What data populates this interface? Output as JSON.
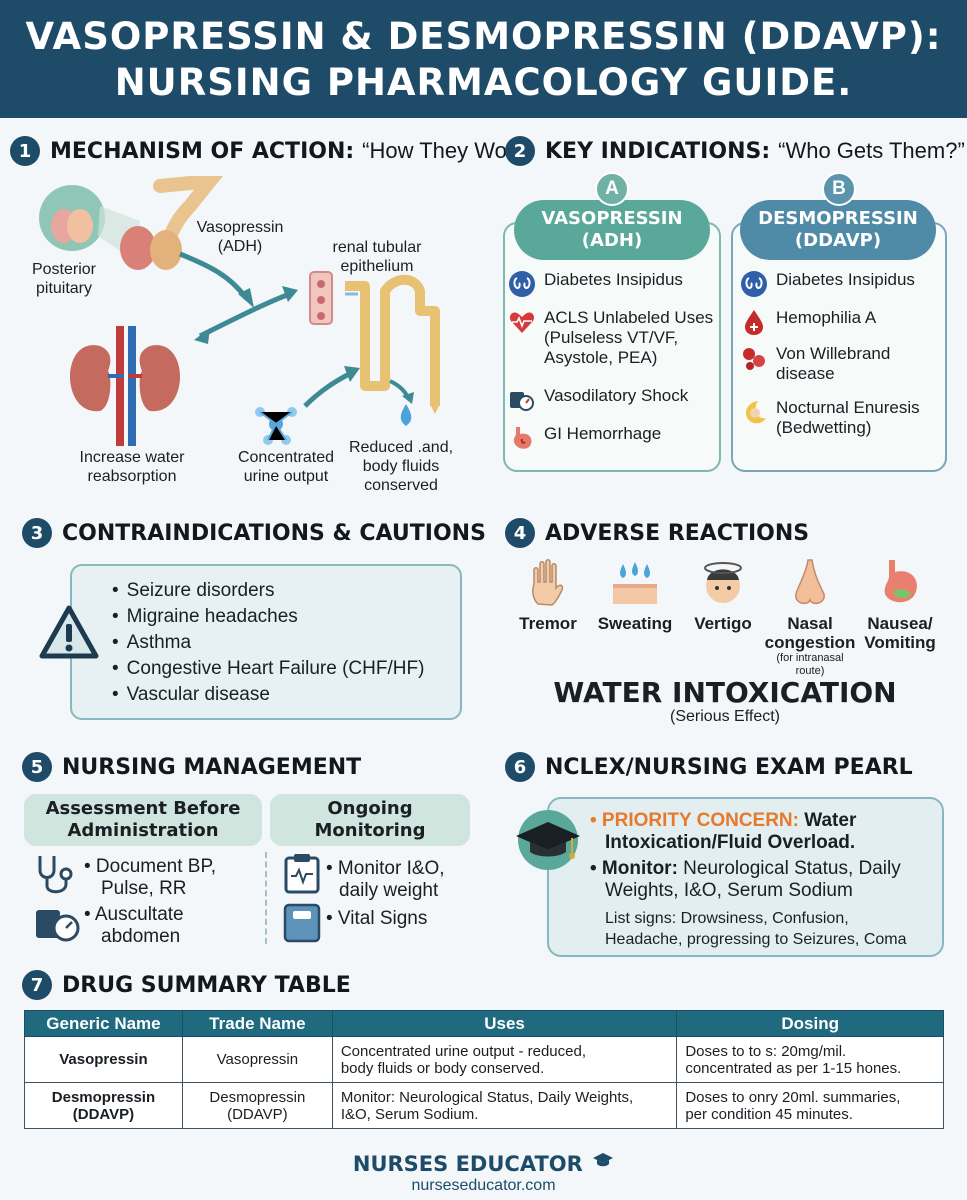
{
  "header": {
    "line1": "VASOPRESSIN & DESMOPRESSIN (DDAVP):",
    "line2": "NURSING PHARMACOLOGY GUIDE."
  },
  "sections": {
    "s1": {
      "num": "1",
      "title": "MECHANISM OF ACTION:",
      "subtitle": "“How They Work”"
    },
    "s2": {
      "num": "2",
      "title": "KEY INDICATIONS:",
      "subtitle": "“Who Gets Them?”"
    },
    "s3": {
      "num": "3",
      "title": "CONTRAINDICATIONS & CAUTIONS"
    },
    "s4": {
      "num": "4",
      "title": "ADVERSE REACTIONS"
    },
    "s5": {
      "num": "5",
      "title": "NURSING MANAGEMENT"
    },
    "s6": {
      "num": "6",
      "title": "NCLEX/NURSING EXAM PEARL"
    },
    "s7": {
      "num": "7",
      "title": "DRUG SUMMARY TABLE"
    }
  },
  "mechanism": {
    "posterior_pituitary": [
      "Posterior",
      "pituitary"
    ],
    "vasopressin": [
      "Vasopressin",
      "(ADH)"
    ],
    "renal": [
      "renal tubular",
      "epithelium"
    ],
    "increase": [
      "Increase water",
      "reabsorption"
    ],
    "concentrated": [
      "Concentrated",
      "urine output"
    ],
    "reduced": [
      "Reduced .and,",
      "body fluids",
      "conserved"
    ]
  },
  "indications": {
    "a": {
      "letter": "A",
      "name": [
        "VASOPRESSIN",
        "(ADH)"
      ],
      "items": [
        [
          "Diabetes Insipidus"
        ],
        [
          "ACLS Unlabeled Uses",
          "(Pulseless VT/VF,",
          "Asystole, PEA)"
        ],
        [
          "Vasodilatory Shock"
        ],
        [
          "GI Hemorrhage"
        ]
      ]
    },
    "b": {
      "letter": "B",
      "name": [
        "DESMOPRESSIN",
        "(DDAVP)"
      ],
      "items": [
        [
          "Diabetes Insipidus"
        ],
        [
          "Hemophilia A"
        ],
        [
          "Von Willebrand",
          "disease"
        ],
        [
          "Nocturnal Enuresis",
          "(Bedwetting)"
        ]
      ]
    }
  },
  "contraindications": [
    "Seizure disorders",
    "Migraine headaches",
    "Asthma",
    "Congestive Heart Failure (CHF/HF)",
    "Vascular disease"
  ],
  "adverse": {
    "items": [
      "Tremor",
      "Sweating",
      "Vertigo",
      "Nasal congestion",
      "Nausea/ Vomiting"
    ],
    "nasal_note": [
      "(for intranasal",
      "route)"
    ],
    "water_title": "WATER INTOXICATION",
    "water_sub": "(Serious Effect)"
  },
  "management": {
    "assessment_head": [
      "Assessment Before",
      "Administration"
    ],
    "monitoring_head": [
      "Ongoing",
      "Monitoring"
    ],
    "assessment_items": [
      [
        "• Document BP,",
        "Pulse, RR"
      ],
      [
        "• Auscultate",
        "abdomen"
      ]
    ],
    "monitoring_items": [
      [
        "• Monitor I&O,",
        "daily weight"
      ],
      [
        "• Vital Signs"
      ]
    ]
  },
  "pearl": {
    "priority_label": "• PRIORITY CONCERN:",
    "priority_text1": " Water",
    "priority_text2": "Intoxication/Fluid Overload.",
    "monitor_label": "• Monitor:",
    "monitor_text1": " Neurological Status, Daily",
    "monitor_text2": "Weights, I&O, Serum Sodium",
    "signs1": "List signs: Drowsiness, Confusion,",
    "signs2": "Headache, progressing to Seizures, Coma"
  },
  "table": {
    "headers": [
      "Generic Name",
      "Trade Name",
      "Uses",
      "Dosing"
    ],
    "rows": [
      {
        "generic": [
          "Vasopressin"
        ],
        "trade": [
          "Vasopressin"
        ],
        "uses": [
          "Concentrated urine output - reduced,",
          "body fluids or body conserved."
        ],
        "dosing": [
          "Doses to to s: 20mg/mil.",
          "concentrated as per 1-15 hones."
        ]
      },
      {
        "generic": [
          "Desmopressin",
          "(DDAVP)"
        ],
        "trade": [
          "Desmopressin",
          "(DDAVP)"
        ],
        "uses": [
          "Monitor: Neurological Status, Daily Weights,",
          "I&O, Serum Sodium."
        ],
        "dosing": [
          "Doses to onry 20ml. summaries,",
          "per condition 45 minutes."
        ]
      }
    ]
  },
  "footer": {
    "name": "NURSES EDUCATOR",
    "url": "nurseseducator.com"
  },
  "colors": {
    "navy": "#1d4b68",
    "teal": "#5aa89a",
    "blue": "#4f8aa6",
    "orange": "#e8782a"
  }
}
